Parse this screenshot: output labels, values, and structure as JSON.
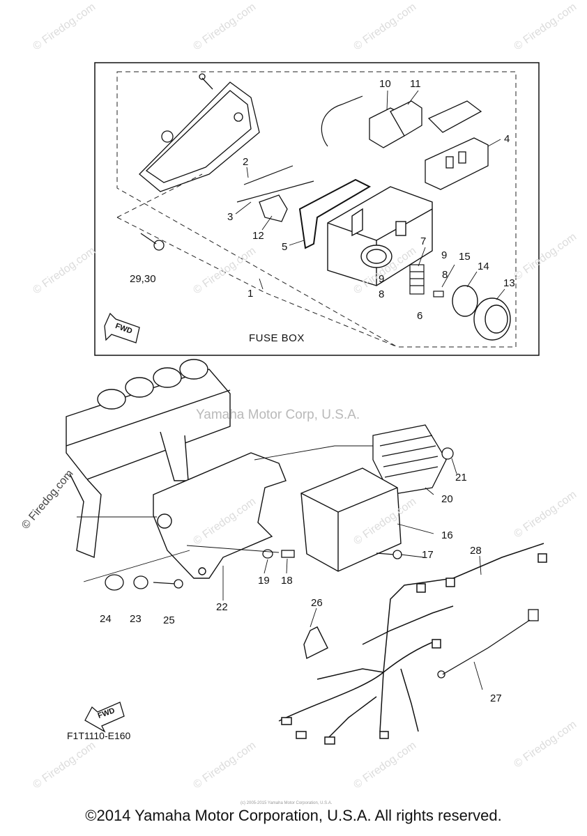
{
  "watermarks": {
    "site": "© Firedog.com",
    "center": "Yamaha Motor Corp, U.S.A."
  },
  "inset_title": "FUSE BOX",
  "fwd_label": "FWD",
  "diagram_code": "F1T1110-E160",
  "footer": "©2014 Yamaha Motor Corporation, U.S.A. All rights reserved.",
  "fineprint": "(c) 2005-2015 Yamaha Motor Corporation, U.S.A.",
  "part_labels": [
    "1",
    "2",
    "3",
    "4",
    "5",
    "6",
    "7",
    "8",
    "8",
    "9",
    "9",
    "10",
    "11",
    "12",
    "13",
    "14",
    "15",
    "16",
    "17",
    "18",
    "19",
    "20",
    "21",
    "22",
    "23",
    "24",
    "25",
    "26",
    "27",
    "28",
    "29,30"
  ],
  "colors": {
    "line": "#111111",
    "watermark": "#d8d8d8"
  }
}
